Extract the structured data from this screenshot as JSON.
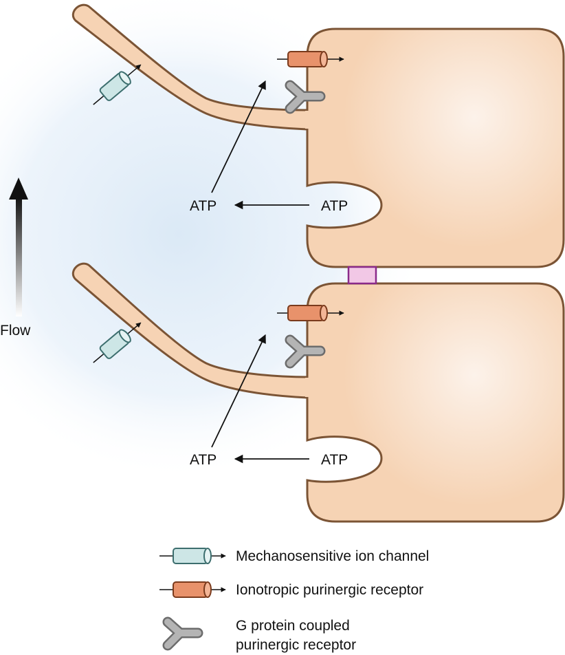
{
  "diagram": {
    "flow_label": "Flow",
    "atp_label": "ATP",
    "colors": {
      "cell_fill": "#f6d3b4",
      "cell_stroke": "#7b5435",
      "channel_fill": "#cde6e6",
      "channel_stroke": "#3c6e6e",
      "ionotropic_fill": "#e8926b",
      "ionotropic_stroke": "#7a3a1c",
      "gpcr_fill": "#b4b4b4",
      "gpcr_stroke": "#6c6c6c",
      "gap_junction_fill": "#f2c8e6",
      "gap_junction_stroke": "#8a2a8a",
      "background_glow": "#dbe9f6"
    }
  },
  "legend": {
    "items": [
      {
        "icon": "mechanosensitive-channel-icon",
        "label": "Mechanosensitive ion channel"
      },
      {
        "icon": "ionotropic-receptor-icon",
        "label": "Ionotropic purinergic receptor"
      },
      {
        "icon": "gpcr-icon",
        "label_line1": "G protein coupled",
        "label_line2": "purinergic receptor"
      }
    ]
  }
}
